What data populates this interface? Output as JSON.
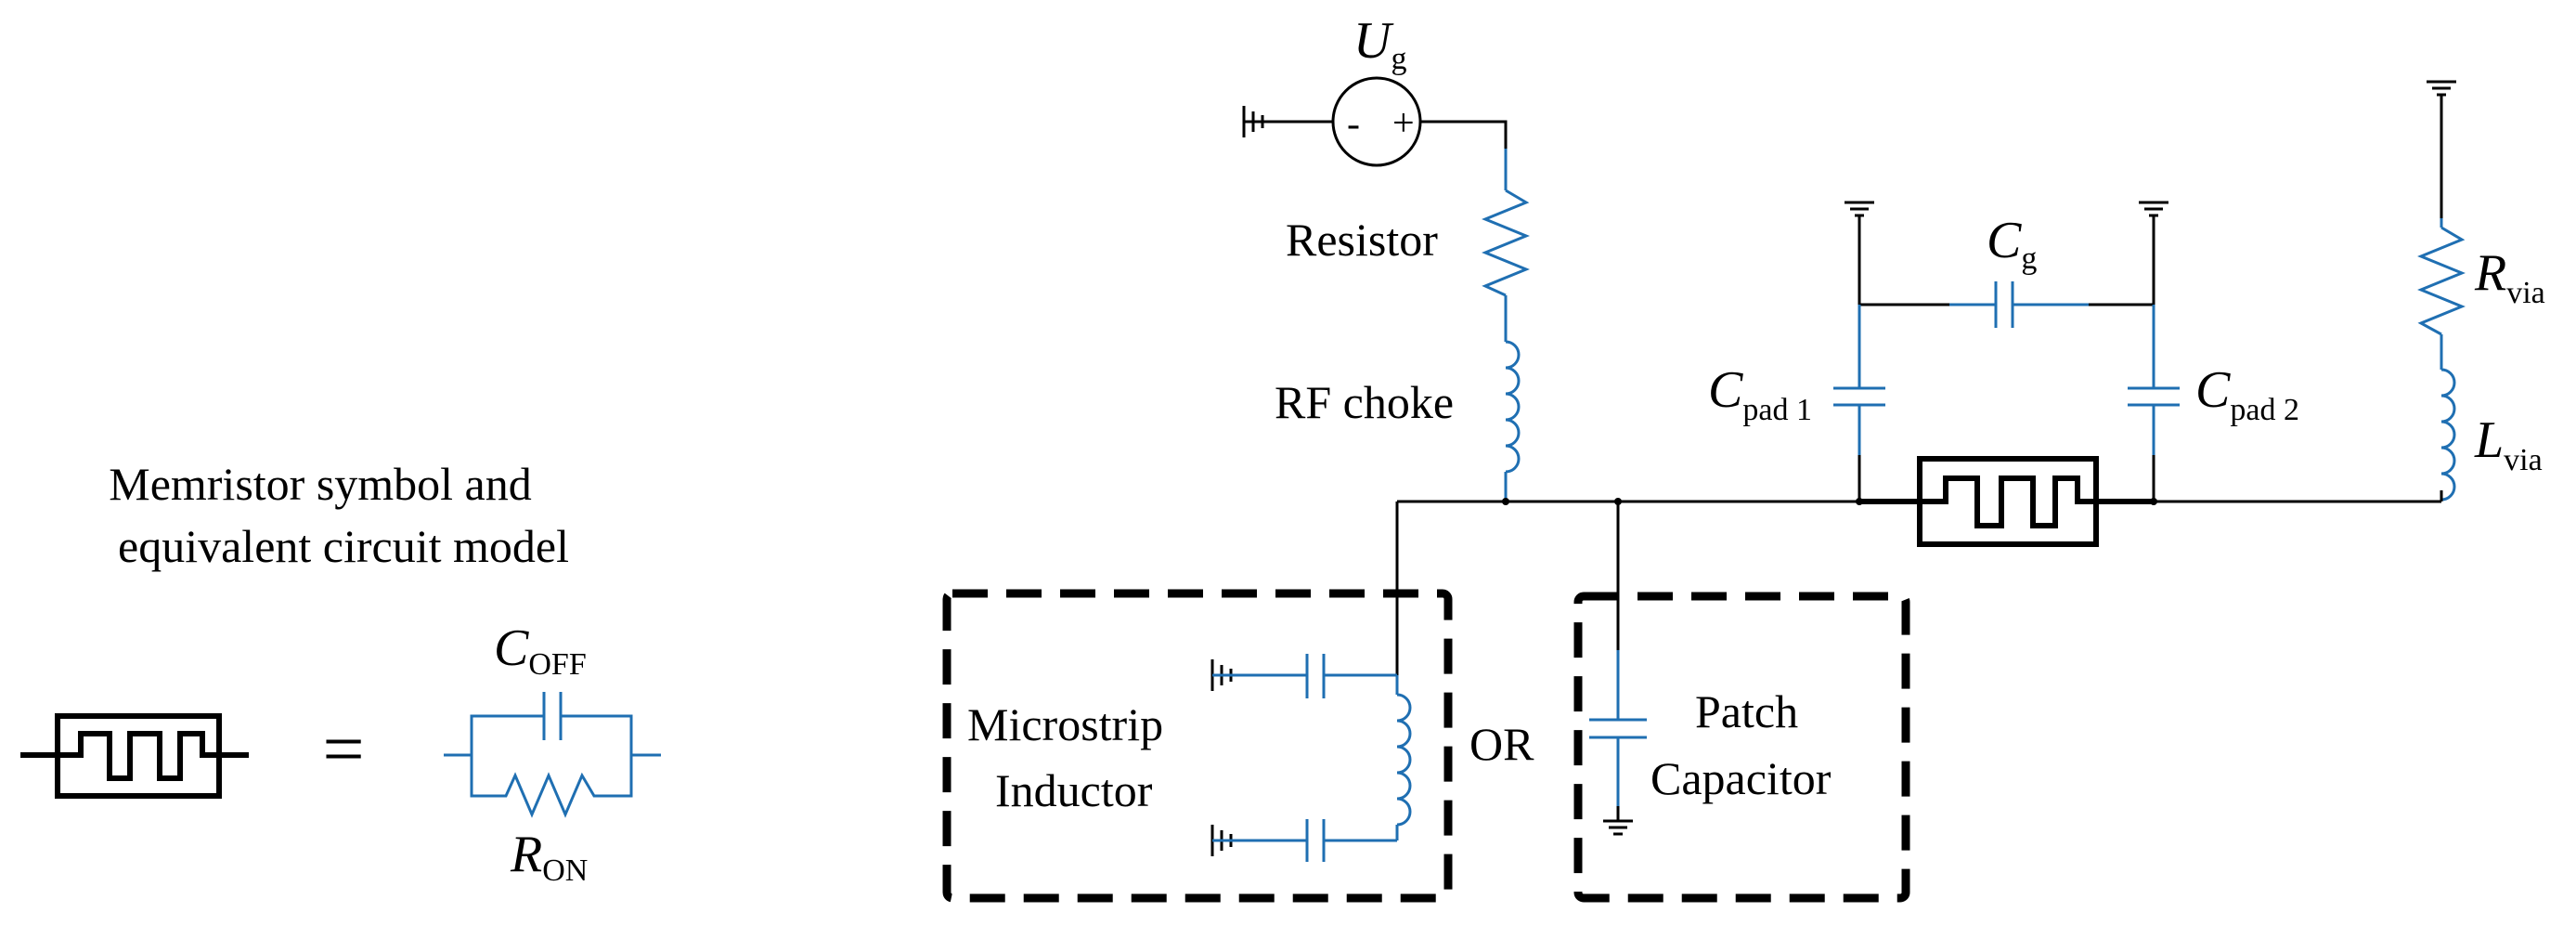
{
  "colors": {
    "wire": "#000000",
    "component": "#1f6fb2",
    "background": "#ffffff"
  },
  "left_panel": {
    "caption_line1": "Memristor symbol and",
    "caption_line2": "equivalent circuit model",
    "equals": "=",
    "c_off": {
      "main": "C",
      "sub": "OFF"
    },
    "r_on": {
      "main": "R",
      "sub": "ON"
    }
  },
  "source": {
    "label": {
      "main": "U",
      "sub": "g"
    },
    "minus": "-",
    "plus": "+"
  },
  "labels": {
    "resistor": "Resistor",
    "rf_choke": "RF choke",
    "c_g": {
      "main": "C",
      "sub": "g"
    },
    "c_pad1": {
      "main": "C",
      "sub": "pad 1"
    },
    "c_pad2": {
      "main": "C",
      "sub": "pad 2"
    },
    "r_via": {
      "main": "R",
      "sub": "via"
    },
    "l_via": {
      "main": "L",
      "sub": "via"
    },
    "or": "OR"
  },
  "boxes": {
    "inductor_line1": "Microstrip",
    "inductor_line2": "Inductor",
    "capacitor_line1": "Patch",
    "capacitor_line2": "Capacitor"
  }
}
